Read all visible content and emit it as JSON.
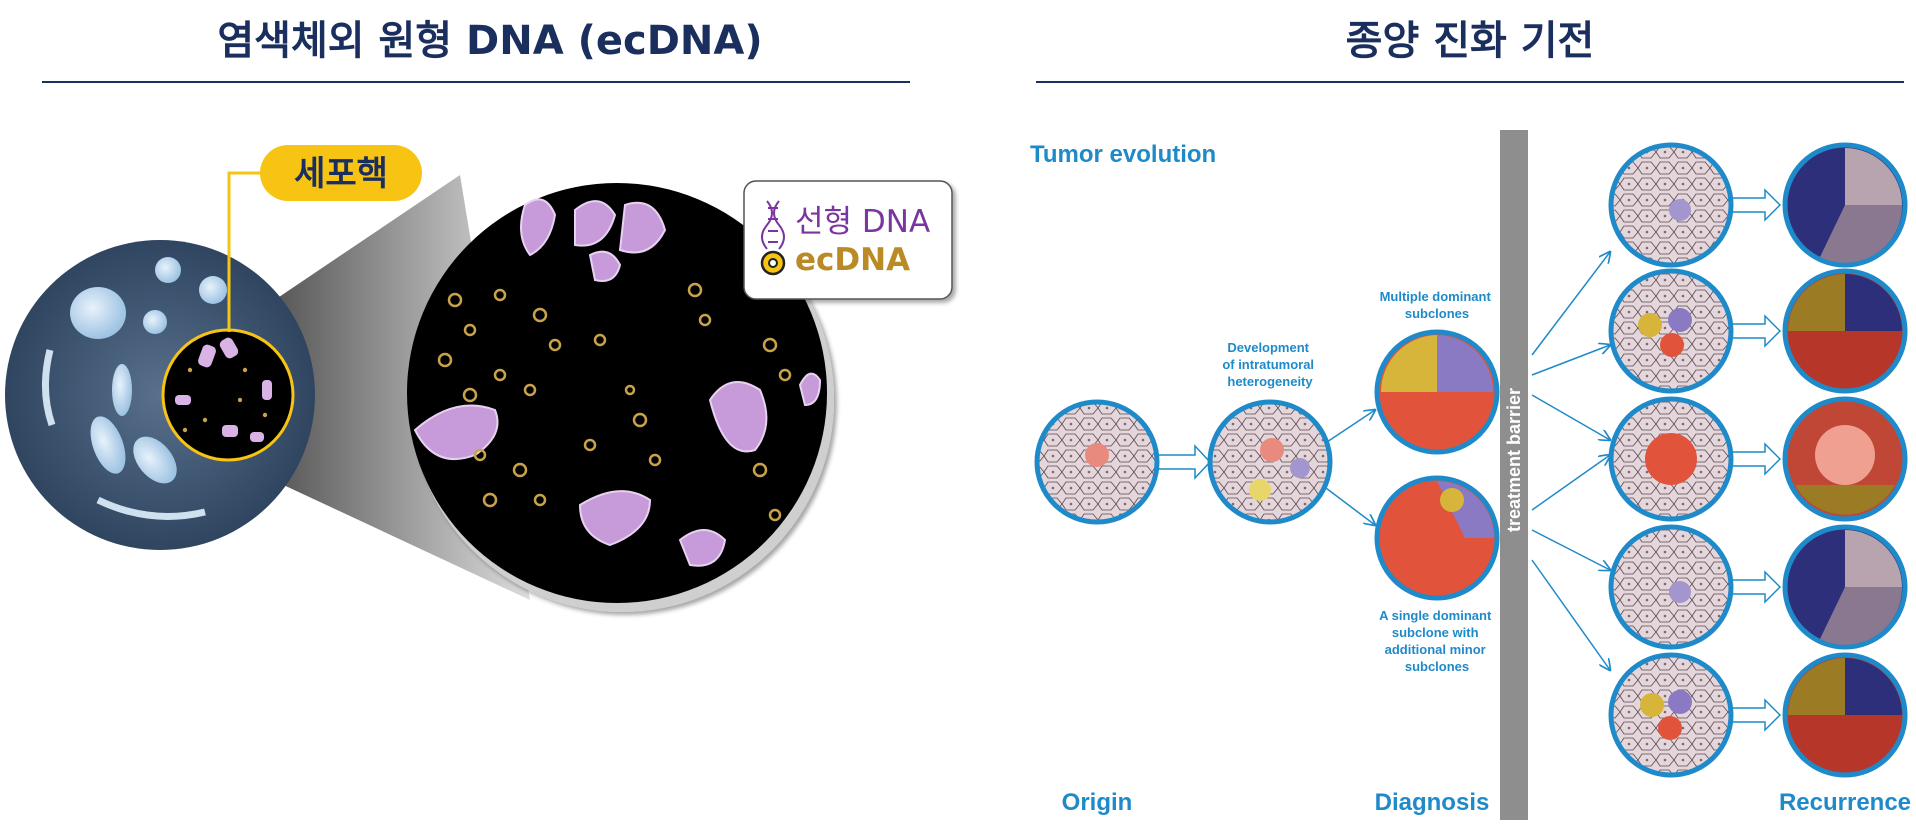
{
  "left_panel": {
    "title": "염색체외 원형 DNA (ecDNA)",
    "nucleus_label": "세포핵",
    "legend": {
      "linear_dna": "선형 DNA",
      "ecdna": "ecDNA",
      "linear_icon": "dna-helix-icon",
      "ecdna_icon": "ring-icon"
    }
  },
  "right_panel": {
    "title": "종양 진화 기전",
    "heading": "Tumor evolution",
    "barrier_label": "treatment barrier",
    "annotations": {
      "development": [
        "Development",
        "of intratumoral",
        "heterogeneity"
      ],
      "multiple": [
        "Multiple dominant",
        "subclones"
      ],
      "single": [
        "A single dominant",
        "subclone with",
        "additional minor",
        "subclones"
      ]
    },
    "stages": {
      "origin": "Origin",
      "diagnosis": "Diagnosis",
      "recurrence": "Recurrence"
    }
  },
  "colors": {
    "title_navy": "#1b2f5e",
    "accent_blue": "#1f8ac9",
    "nucleus_yellow": "#f7c414",
    "linear_purple": "#7a35a0",
    "ecdna_gold": "#b98a25",
    "barrier_gray": "#8e8e8e"
  }
}
